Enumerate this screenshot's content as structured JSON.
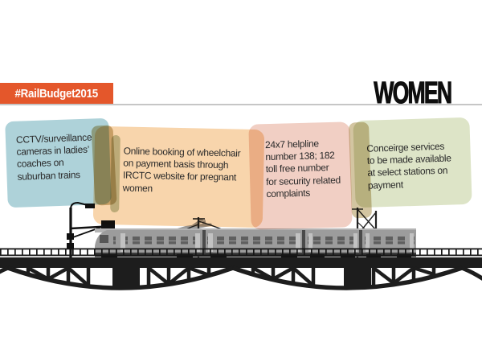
{
  "badge": {
    "label": "#RailBudget2015",
    "bg_color": "#e4572b",
    "text_color": "#ffffff"
  },
  "heading": {
    "title": "WOMEN",
    "color": "#0e0e0e"
  },
  "divider_color": "#c6c6c6",
  "cards": [
    {
      "name": "cctv",
      "text": "CCTV/surveillance\ncameras in ladies’\ncoaches on\nsuburban trains",
      "bg_color": "#aed2d9"
    },
    {
      "name": "wheelchair",
      "text": "Online booking of wheelchair\non payment basis through\nIRCTC website for pregnant\nwomen",
      "bg_color": "#f8d5ac"
    },
    {
      "name": "helpline",
      "text": "24x7 helpline\nnumber 138; 182\ntoll free number\nfor security related\ncomplaints",
      "bg_color": "#f1cfc4"
    },
    {
      "name": "concierge",
      "text": "Conceirge services\nto be made available\nat select stations on\npayment",
      "bg_color": "#dde4c7"
    }
  ],
  "paper_slivers": [
    {
      "name": "tan-sliver-left",
      "bg_color": "#cdbd96"
    },
    {
      "name": "sage-sliver-left",
      "bg_color": "#c2ccb2"
    },
    {
      "name": "tan-sliver-right",
      "bg_color": "#d3c5a1"
    }
  ],
  "illustration": {
    "icons": [
      "airplane-icon",
      "signal-post-icon",
      "catenary-mast-icon",
      "suburban-train-icon",
      "truss-bridge-icon",
      "bridge-railing"
    ],
    "train_color": "#9c9c9c",
    "train_window_color": "#5f5f5f",
    "bridge_color": "#1d1d1d",
    "plane_color": "#9b9b9b"
  }
}
